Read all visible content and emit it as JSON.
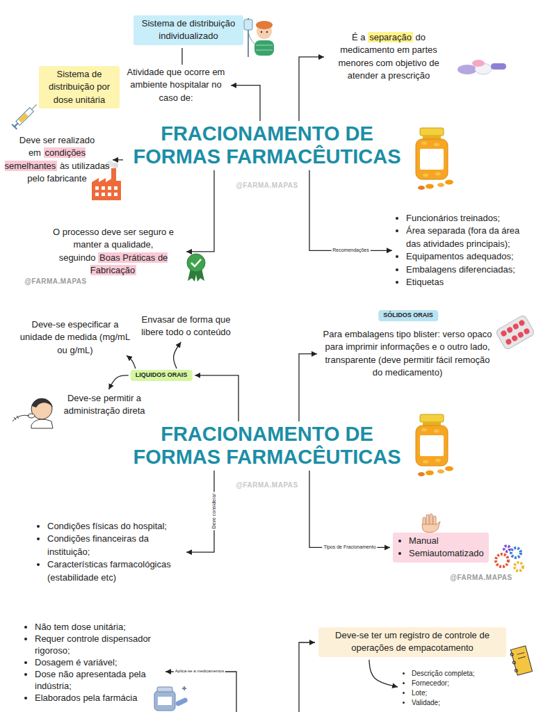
{
  "diagram": {
    "nodes": [
      {
        "text": [
          "FRACIONAMENTO DE FORMAS FARMACÊUTICAS"
        ]
      },
      {
        "text": [
          "Atividade que ocorre em ambiente hospitalar no caso de:"
        ]
      },
      {
        "text": [
          "Sistema de distribuição individualizado"
        ]
      },
      {
        "text": [
          "Sistema de distribuição por dose unitária"
        ]
      },
      {
        "text": [
          "É a",
          "separação",
          "do medicamento em partes menores com objetivo de atender a prescrição"
        ]
      },
      {
        "text": [
          "Deve ser realizado em",
          "condições semelhantes",
          "às utilizadas pelo fabricante"
        ]
      },
      {
        "text": [
          "O processo deve ser seguro e manter a qualidade, seguindo",
          "Boas Práticas de Fabricação"
        ]
      },
      {
        "text": [
          "Funcionários treinados;",
          "Área separada (fora da área das atividades principais);",
          "Equipamentos adequados;",
          "Embalagens diferenciadas;",
          "Etiquetas"
        ]
      },
      {
        "text": [
          "FRACIONAMENTO DE FORMAS FARMACÊUTICAS"
        ]
      },
      {
        "text": [
          "SÓLIDOS ORAIS"
        ]
      },
      {
        "text": [
          "Para embalagens tipo blister: verso opaco para imprimir informações e o outro lado, transparente (deve permitir fácil remoção do medicamento)"
        ]
      },
      {
        "text": [
          "LIQUIDOS ORAIS"
        ]
      },
      {
        "text": [
          "Deve-se especificar a unidade de medida (mg/mL ou g/mL)"
        ]
      },
      {
        "text": [
          "Envasar de forma que libere todo o conteúdo"
        ]
      },
      {
        "text": [
          "Deve-se permitir a administração direta"
        ]
      },
      {
        "text": [
          "Condições físicas do hospital;",
          "Condições financeiras da instituição;",
          "Características farmacológicas (estabilidade etc)"
        ]
      },
      {
        "text": [
          "Manual",
          "Semiautomatizado"
        ]
      },
      {
        "text": [
          "Não tem dose unitária;",
          "Requer controle dispensador rigoroso;",
          "Dosagem é variável;",
          "Dose não apresentada pela indústria;",
          "Elaborados pela farmácia"
        ]
      },
      {
        "text": [
          "Deve-se ter um registro de controle de operações de empacotamento"
        ]
      },
      {
        "text": [
          "Descrição completa;",
          "Fornecedor;",
          "Lote;",
          "Validade;"
        ]
      }
    ],
    "edges": [
      {
        "from": 0,
        "to": 1,
        "arrow": "to"
      },
      {
        "from": 1,
        "to": 2,
        "arrow": "none"
      },
      {
        "from": 0,
        "to": 4,
        "arrow": "to"
      },
      {
        "from": 0,
        "to": 5,
        "arrow": "to"
      },
      {
        "from": 0,
        "to": 6,
        "arrow": "to"
      },
      {
        "from": 0,
        "to": 7,
        "label": "Recomendações",
        "arrow": "to"
      },
      {
        "from": 8,
        "to": 10,
        "arrow": "to"
      },
      {
        "from": 8,
        "to": 11,
        "arrow": "to"
      },
      {
        "from": 11,
        "to": 12,
        "arrow": "to"
      },
      {
        "from": 11,
        "to": 13,
        "arrow": "to"
      },
      {
        "from": 11,
        "to": 14,
        "arrow": "to"
      },
      {
        "from": 8,
        "to": 15,
        "label": "Deve considerar",
        "arrow": "to"
      },
      {
        "from": 8,
        "to": 16,
        "label": "Tipos de Fracionamento",
        "arrow": "to"
      },
      {
        "from": 18,
        "to": 19,
        "arrow": "to"
      }
    ],
    "labels": [
      "@FARMA.MAPAS",
      "@FARMA.MAPAS",
      "@FARMA.MAPAS",
      "@FARMA.MAPAS",
      "Aplica-se a medicamentos"
    ]
  }
}
